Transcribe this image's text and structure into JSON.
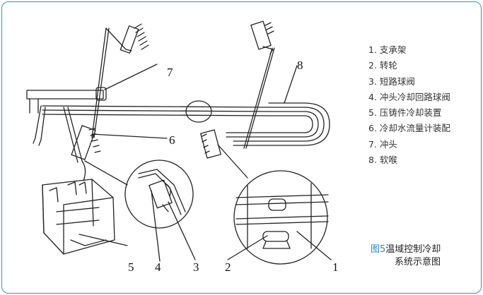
{
  "legend": [
    "1. 支承架",
    "2. 转轮",
    "3. 短路球阀",
    "4. 冲头冷却回路球阀",
    "5. 压铸件冷却装置",
    "6. 冷却水流量计装配",
    "7. 冲头",
    "8. 软喉"
  ],
  "caption": {
    "figure": "图5",
    "line1": "温域控制冷却",
    "line2": "系统示意图"
  },
  "callouts": {
    "c1": "1",
    "c2": "2",
    "c3": "3",
    "c4": "4",
    "c5": "5",
    "c6": "6",
    "c7": "7",
    "c8": "8"
  },
  "colors": {
    "frame": "#3c8fbf",
    "figure_label": "#2a86c2"
  }
}
